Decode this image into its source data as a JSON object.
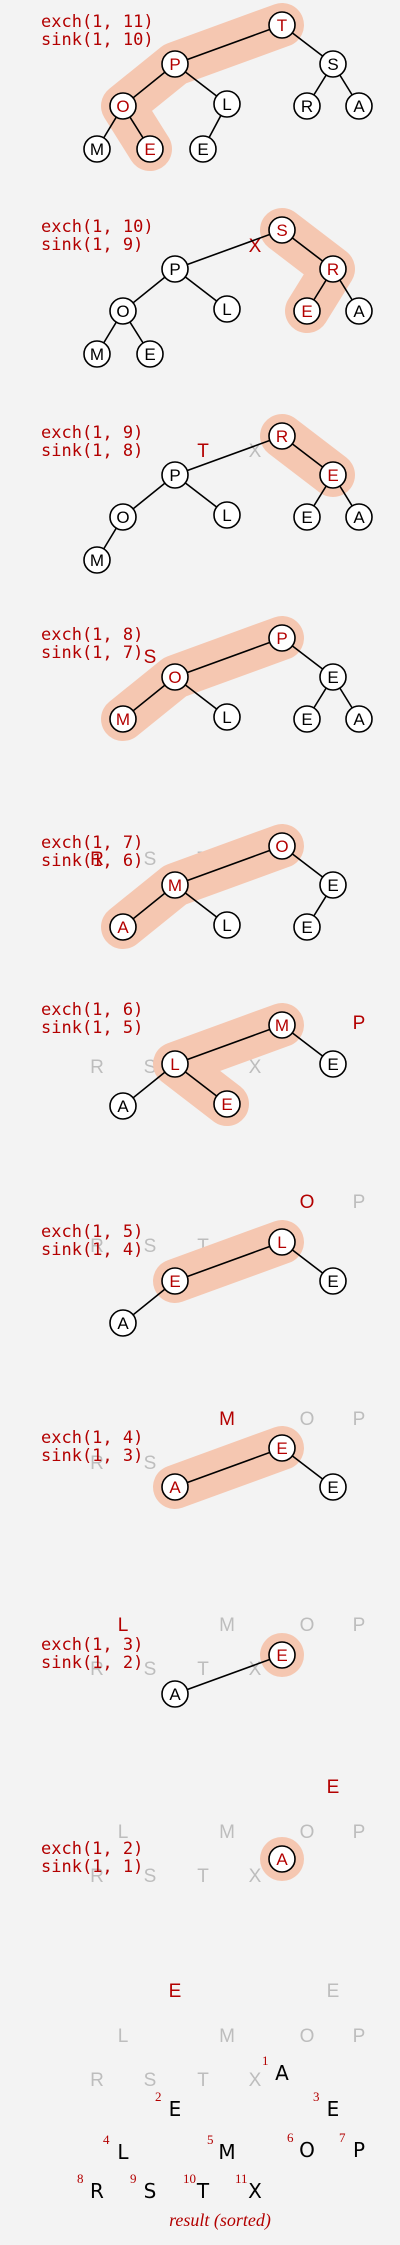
{
  "colors": {
    "background": "#f3f3f3",
    "accent": "#b30000",
    "highlight": "#f5c7b1",
    "faded": "#bdbdbd",
    "node_fill": "#ffffff"
  },
  "steps": [
    {
      "exch": "exch(1, 11)",
      "sink": "sink(1, 10)",
      "nodes": [
        {
          "id": "n1",
          "ch": "T",
          "st": "red"
        },
        {
          "id": "n2",
          "ch": "P",
          "st": "red"
        },
        {
          "id": "n3",
          "ch": "S",
          "st": "black"
        },
        {
          "id": "n4",
          "ch": "O",
          "st": "red"
        },
        {
          "id": "n5",
          "ch": "L",
          "st": "black"
        },
        {
          "id": "n6",
          "ch": "R",
          "st": "black"
        },
        {
          "id": "n7",
          "ch": "A",
          "st": "black"
        },
        {
          "id": "n8",
          "ch": "M",
          "st": "black"
        },
        {
          "id": "n9",
          "ch": "E",
          "st": "red"
        },
        {
          "id": "n10",
          "ch": "E",
          "st": "black"
        }
      ],
      "plain": [
        {
          "pos": "p11",
          "ch": "X",
          "st": "red"
        }
      ]
    },
    {
      "exch": "exch(1, 10)",
      "sink": "sink(1, 9)",
      "nodes": [
        {
          "id": "n1",
          "ch": "S",
          "st": "red"
        },
        {
          "id": "n2",
          "ch": "P",
          "st": "black"
        },
        {
          "id": "n3",
          "ch": "R",
          "st": "red"
        },
        {
          "id": "n4",
          "ch": "O",
          "st": "black"
        },
        {
          "id": "n5",
          "ch": "L",
          "st": "black"
        },
        {
          "id": "n6",
          "ch": "E",
          "st": "red"
        },
        {
          "id": "n7",
          "ch": "A",
          "st": "black"
        },
        {
          "id": "n8",
          "ch": "M",
          "st": "black"
        },
        {
          "id": "n9",
          "ch": "E",
          "st": "black"
        }
      ],
      "plain": [
        {
          "pos": "p10",
          "ch": "T",
          "st": "red"
        },
        {
          "pos": "p11",
          "ch": "X",
          "st": "faded"
        }
      ]
    },
    {
      "exch": "exch(1, 9)",
      "sink": "sink(1, 8)",
      "nodes": [
        {
          "id": "n1",
          "ch": "R",
          "st": "red"
        },
        {
          "id": "n2",
          "ch": "P",
          "st": "black"
        },
        {
          "id": "n3",
          "ch": "E",
          "st": "red"
        },
        {
          "id": "n4",
          "ch": "O",
          "st": "black"
        },
        {
          "id": "n5",
          "ch": "L",
          "st": "black"
        },
        {
          "id": "n6",
          "ch": "E",
          "st": "black"
        },
        {
          "id": "n7",
          "ch": "A",
          "st": "black"
        },
        {
          "id": "n8",
          "ch": "M",
          "st": "black"
        }
      ],
      "plain": [
        {
          "pos": "p9",
          "ch": "S",
          "st": "red"
        },
        {
          "pos": "p10",
          "ch": "T",
          "st": "faded"
        },
        {
          "pos": "p11",
          "ch": "X",
          "st": "faded"
        }
      ]
    },
    {
      "exch": "exch(1, 8)",
      "sink": "sink(1, 7)",
      "nodes": [
        {
          "id": "n1",
          "ch": "P",
          "st": "red"
        },
        {
          "id": "n2",
          "ch": "O",
          "st": "red"
        },
        {
          "id": "n3",
          "ch": "E",
          "st": "black"
        },
        {
          "id": "n4",
          "ch": "M",
          "st": "red"
        },
        {
          "id": "n5",
          "ch": "L",
          "st": "black"
        },
        {
          "id": "n6",
          "ch": "E",
          "st": "black"
        },
        {
          "id": "n7",
          "ch": "A",
          "st": "black"
        }
      ],
      "plain": [
        {
          "pos": "p8",
          "ch": "R",
          "st": "red"
        },
        {
          "pos": "p9",
          "ch": "S",
          "st": "faded"
        },
        {
          "pos": "p10",
          "ch": "T",
          "st": "faded"
        },
        {
          "pos": "p11",
          "ch": "X",
          "st": "faded"
        }
      ]
    },
    {
      "exch": "exch(1, 7)",
      "sink": "sink(1, 6)",
      "nodes": [
        {
          "id": "n1",
          "ch": "O",
          "st": "red"
        },
        {
          "id": "n2",
          "ch": "M",
          "st": "red"
        },
        {
          "id": "n3",
          "ch": "E",
          "st": "black"
        },
        {
          "id": "n4",
          "ch": "A",
          "st": "red"
        },
        {
          "id": "n5",
          "ch": "L",
          "st": "black"
        },
        {
          "id": "n6",
          "ch": "E",
          "st": "black"
        }
      ],
      "plain": [
        {
          "pos": "p7",
          "ch": "P",
          "st": "red"
        },
        {
          "pos": "p8",
          "ch": "R",
          "st": "faded"
        },
        {
          "pos": "p9",
          "ch": "S",
          "st": "faded"
        },
        {
          "pos": "p10",
          "ch": "T",
          "st": "faded"
        },
        {
          "pos": "p11",
          "ch": "X",
          "st": "faded"
        }
      ]
    },
    {
      "exch": "exch(1, 6)",
      "sink": "sink(1, 5)",
      "nodes": [
        {
          "id": "n1",
          "ch": "M",
          "st": "red"
        },
        {
          "id": "n2",
          "ch": "L",
          "st": "red"
        },
        {
          "id": "n3",
          "ch": "E",
          "st": "black"
        },
        {
          "id": "n4",
          "ch": "A",
          "st": "black"
        },
        {
          "id": "n5",
          "ch": "E",
          "st": "red"
        }
      ],
      "plain": [
        {
          "pos": "p6",
          "ch": "O",
          "st": "red"
        },
        {
          "pos": "p7",
          "ch": "P",
          "st": "faded"
        },
        {
          "pos": "p8",
          "ch": "R",
          "st": "faded"
        },
        {
          "pos": "p9",
          "ch": "S",
          "st": "faded"
        },
        {
          "pos": "p10",
          "ch": "T",
          "st": "faded"
        },
        {
          "pos": "p11",
          "ch": "X",
          "st": "faded"
        }
      ]
    },
    {
      "exch": "exch(1, 5)",
      "sink": "sink(1, 4)",
      "nodes": [
        {
          "id": "n1",
          "ch": "L",
          "st": "red"
        },
        {
          "id": "n2",
          "ch": "E",
          "st": "red"
        },
        {
          "id": "n3",
          "ch": "E",
          "st": "black"
        },
        {
          "id": "n4",
          "ch": "A",
          "st": "black"
        }
      ],
      "plain": [
        {
          "pos": "p5",
          "ch": "M",
          "st": "red"
        },
        {
          "pos": "p6",
          "ch": "O",
          "st": "faded"
        },
        {
          "pos": "p7",
          "ch": "P",
          "st": "faded"
        },
        {
          "pos": "p8",
          "ch": "R",
          "st": "faded"
        },
        {
          "pos": "p9",
          "ch": "S",
          "st": "faded"
        },
        {
          "pos": "p10",
          "ch": "T",
          "st": "faded"
        },
        {
          "pos": "p11",
          "ch": "X",
          "st": "faded"
        }
      ]
    },
    {
      "exch": "exch(1, 4)",
      "sink": "sink(1, 3)",
      "nodes": [
        {
          "id": "n1",
          "ch": "E",
          "st": "red"
        },
        {
          "id": "n2",
          "ch": "A",
          "st": "red"
        },
        {
          "id": "n3",
          "ch": "E",
          "st": "black"
        }
      ],
      "plain": [
        {
          "pos": "p4",
          "ch": "L",
          "st": "red"
        },
        {
          "pos": "p5",
          "ch": "M",
          "st": "faded"
        },
        {
          "pos": "p6",
          "ch": "O",
          "st": "faded"
        },
        {
          "pos": "p7",
          "ch": "P",
          "st": "faded"
        },
        {
          "pos": "p8",
          "ch": "R",
          "st": "faded"
        },
        {
          "pos": "p9",
          "ch": "S",
          "st": "faded"
        },
        {
          "pos": "p10",
          "ch": "T",
          "st": "faded"
        },
        {
          "pos": "p11",
          "ch": "X",
          "st": "faded"
        }
      ]
    },
    {
      "exch": "exch(1, 3)",
      "sink": "sink(1, 2)",
      "nodes": [
        {
          "id": "n1",
          "ch": "E",
          "st": "red"
        },
        {
          "id": "n2",
          "ch": "A",
          "st": "black"
        }
      ],
      "plain": [
        {
          "pos": "p3",
          "ch": "E",
          "st": "red"
        },
        {
          "pos": "p4",
          "ch": "L",
          "st": "faded"
        },
        {
          "pos": "p5",
          "ch": "M",
          "st": "faded"
        },
        {
          "pos": "p6",
          "ch": "O",
          "st": "faded"
        },
        {
          "pos": "p7",
          "ch": "P",
          "st": "faded"
        },
        {
          "pos": "p8",
          "ch": "R",
          "st": "faded"
        },
        {
          "pos": "p9",
          "ch": "S",
          "st": "faded"
        },
        {
          "pos": "p10",
          "ch": "T",
          "st": "faded"
        },
        {
          "pos": "p11",
          "ch": "X",
          "st": "faded"
        }
      ]
    },
    {
      "exch": "exch(1, 2)",
      "sink": "sink(1, 1)",
      "nodes": [
        {
          "id": "n1",
          "ch": "A",
          "st": "red"
        }
      ],
      "plain": [
        {
          "pos": "p2",
          "ch": "E",
          "st": "red"
        },
        {
          "pos": "p3",
          "ch": "E",
          "st": "faded"
        },
        {
          "pos": "p4",
          "ch": "L",
          "st": "faded"
        },
        {
          "pos": "p5",
          "ch": "M",
          "st": "faded"
        },
        {
          "pos": "p6",
          "ch": "O",
          "st": "faded"
        },
        {
          "pos": "p7",
          "ch": "P",
          "st": "faded"
        },
        {
          "pos": "p8",
          "ch": "R",
          "st": "faded"
        },
        {
          "pos": "p9",
          "ch": "S",
          "st": "faded"
        },
        {
          "pos": "p10",
          "ch": "T",
          "st": "faded"
        },
        {
          "pos": "p11",
          "ch": "X",
          "st": "faded"
        }
      ]
    }
  ],
  "result": {
    "items": [
      {
        "idx": "1",
        "ch": "A"
      },
      {
        "idx": "2",
        "ch": "E"
      },
      {
        "idx": "3",
        "ch": "E"
      },
      {
        "idx": "4",
        "ch": "L"
      },
      {
        "idx": "5",
        "ch": "M"
      },
      {
        "idx": "6",
        "ch": "O"
      },
      {
        "idx": "7",
        "ch": "P"
      },
      {
        "idx": "8",
        "ch": "R"
      },
      {
        "idx": "9",
        "ch": "S"
      },
      {
        "idx": "10",
        "ch": "T"
      },
      {
        "idx": "11",
        "ch": "X"
      }
    ],
    "caption": "result (sorted)"
  }
}
